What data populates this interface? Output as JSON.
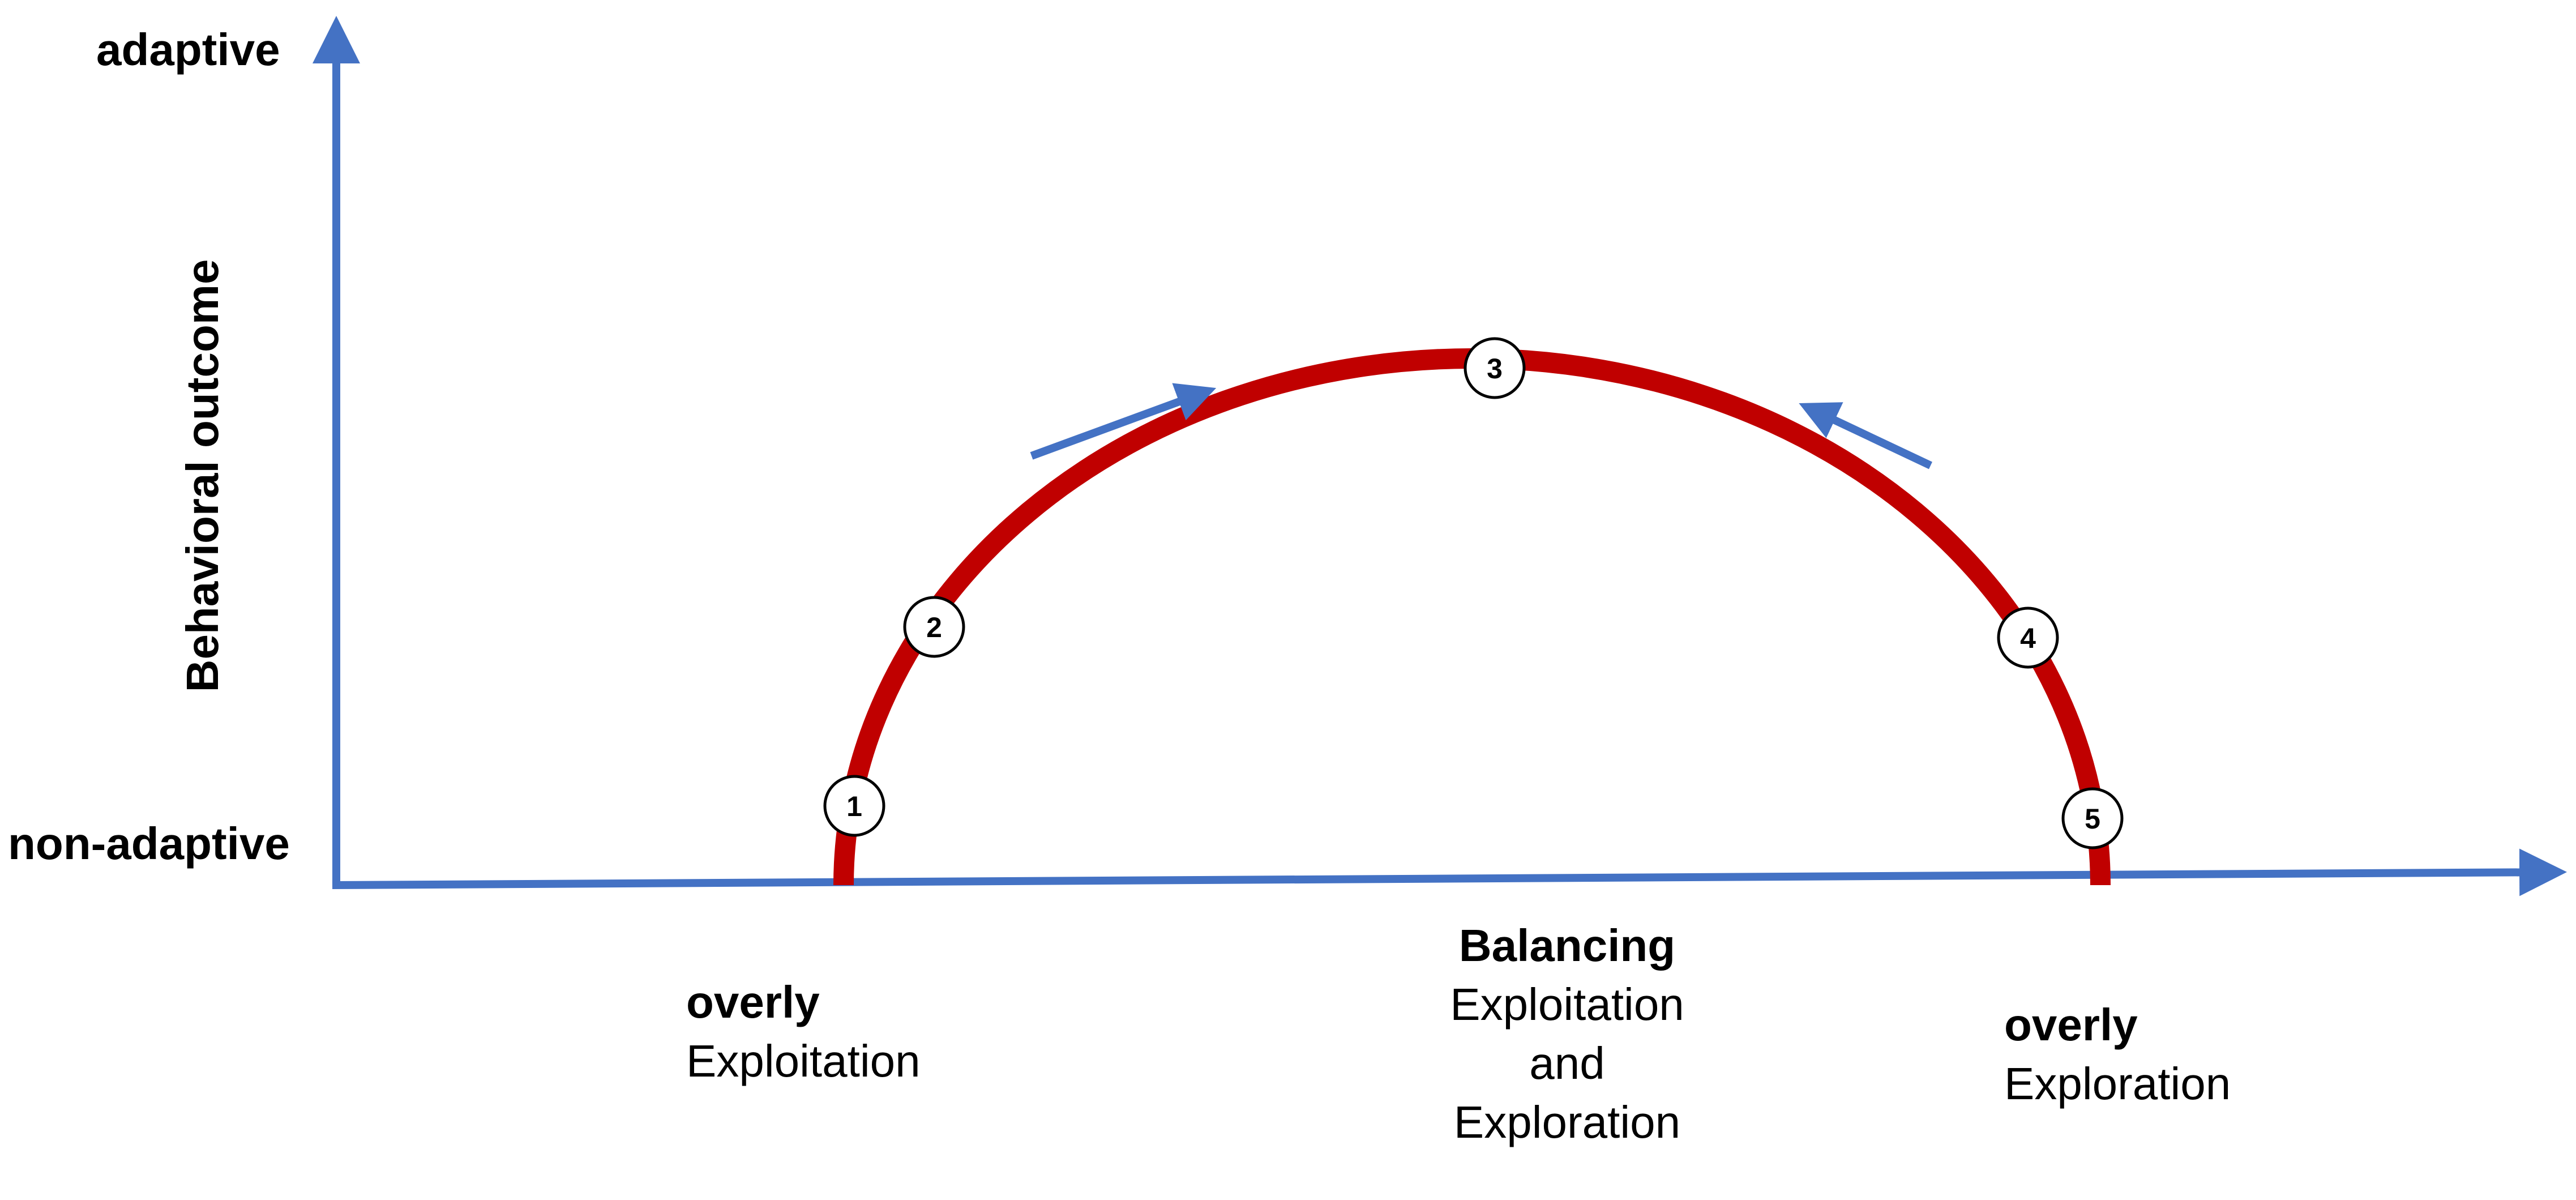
{
  "axes": {
    "y_top_label": "adaptive",
    "y_bottom_label": "non-adaptive",
    "y_title": "Behavioral outcome"
  },
  "regions": {
    "left": {
      "emphasis": "overly",
      "text": "Exploitation"
    },
    "middle": {
      "emphasis": "Balancing",
      "line1": "Exploitation",
      "line2": "and",
      "line3": "Exploration"
    },
    "right": {
      "emphasis": "overly",
      "text": "Exploration"
    }
  },
  "nodes": [
    "1",
    "2",
    "3",
    "4",
    "5"
  ],
  "colors": {
    "axis": "#4472c4",
    "curve": "#c00000",
    "node_stroke": "#000000",
    "node_fill": "#ffffff"
  }
}
